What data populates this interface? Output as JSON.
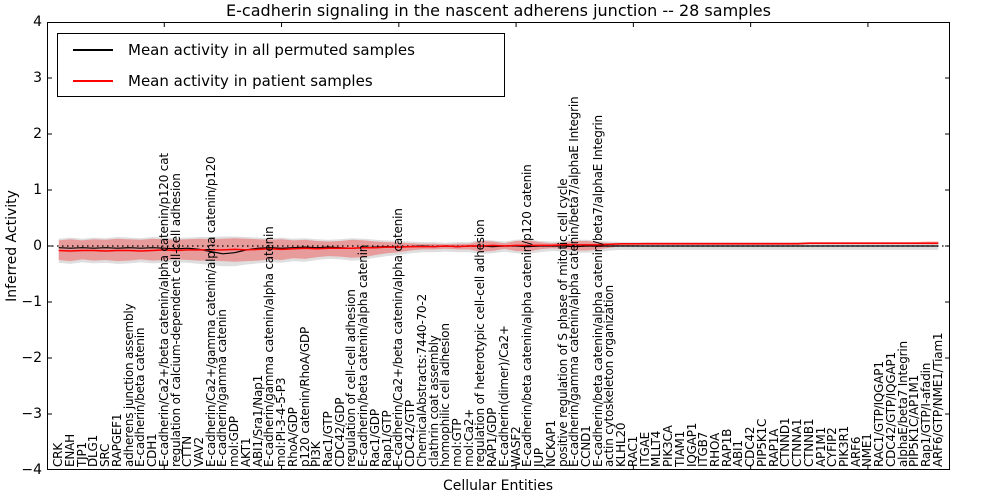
{
  "figure": {
    "title": "E-cadherin signaling in the nascent adherens junction -- 28 samples",
    "xlabel": "Cellular Entities",
    "ylabel": "Inferred Activity"
  },
  "legend": {
    "entries": [
      {
        "label": "Mean activity in all permuted samples",
        "color": "#000000"
      },
      {
        "label": "Mean activity in patient samples",
        "color": "#ff0000"
      }
    ]
  },
  "chart_data": {
    "type": "line",
    "title": "E-cadherin signaling in the nascent adherens junction -- 28 samples",
    "xlabel": "Cellular Entities",
    "ylabel": "Inferred Activity",
    "ylim": [
      -4,
      4
    ],
    "xlim": [
      0,
      77
    ],
    "grid": false,
    "legend_position": "upper left",
    "zero_reference_line": "dotted",
    "yticks": [
      {
        "v": 4,
        "label": "4"
      },
      {
        "v": 3,
        "label": "3"
      },
      {
        "v": 2,
        "label": "2"
      },
      {
        "v": 1,
        "label": "1"
      },
      {
        "v": 0,
        "label": "0"
      },
      {
        "v": -1,
        "label": "−1"
      },
      {
        "v": -2,
        "label": "−2"
      },
      {
        "v": -3,
        "label": "−3"
      },
      {
        "v": -4,
        "label": "−4"
      }
    ],
    "xtick_values": [
      10,
      20,
      30,
      40,
      50,
      60,
      70
    ],
    "colors": {
      "permuted_line": "#000000",
      "patient_line": "#ff0000",
      "permuted_band": "rgba(0,0,0,0.13)",
      "patient_band": "rgba(255,0,0,0.30)"
    },
    "categories": [
      "CRK",
      "ENAH",
      "TJP1",
      "DLG1",
      "SRC",
      "RAPGEF1",
      "adherens junction assembly",
      "E-cadherin/beta catenin",
      "CDH1",
      "E-cadherin/Ca2+/beta catenin/alpha catenin/p120 cat",
      "regulation of calcium-dependent cell-cell adhesion",
      "CTTN",
      "VAV2",
      "E-cadherin/Ca2+/gamma catenin/alpha catenin/p120",
      "E-cadherin/gamma catenin",
      "mol:GDP",
      "AKT1",
      "ABI1/Sra1/Nap1",
      "E-cadherin/gamma catenin/alpha catenin",
      "mol:PI-3-4-5-P3",
      "RhoA/GDP",
      "p120 catenin/RhoA/GDP",
      "PI3K",
      "Rac1/GTP",
      "CDC42/GDP",
      "regulation of cell-cell adhesion",
      "E-cadherin/beta catenin/alpha catenin",
      "Rac1/GDP",
      "Rap1/GTP",
      "E-cadherin/Ca2+/beta catenin/alpha catenin",
      "CDC42/GTP",
      "ChemicalAbstracts:7440-70-2",
      "clathrin coat assembly",
      "homophilic cell adhesion",
      "mol:GTP",
      "mol:Ca2+",
      "regulation of heterotypic cell-cell adhesion",
      "RAP1/GDP",
      "E-cadherin(dimer)/Ca2+",
      "WASF2",
      "E-cadherin/beta catenin/alpha catenin/p120 catenin",
      "JUP",
      "NCKAP1",
      "positive regulation of S phase of mitotic cell cycle",
      "E-cadherin/gamma catenin/alpha catenin/beta7/alphaE Integrin",
      "CCND1",
      "E-cadherin/beta catenin/alpha catenin/beta7/alphaE Integrin",
      "actin cytoskeleton organization",
      "KLHL20",
      "RAC1",
      "ITGAE",
      "MLLT4",
      "PIK3CA",
      "TIAM1",
      "IQGAP1",
      "ITGB7",
      "RHOA",
      "RAP1B",
      "ABI1",
      "CDC42",
      "PIP5K1C",
      "RAP1A",
      "CTNND1",
      "CTNNA1",
      "CTNNB1",
      "AP1M1",
      "CYFIP2",
      "PIK3R1",
      "ARF6",
      "NME1",
      "RAC1/GTP/IQGAP1",
      "CDC42/GTP/IQGAP1",
      "alphaE/beta7 Integrin",
      "PIP5K1C/AP1M1",
      "Rap1/GTP/I-afadin",
      "ARF6/GTP/NME1/Tiam1"
    ],
    "series": [
      {
        "name": "Mean activity in all permuted samples",
        "role": "permuted_mean",
        "values": [
          -0.03,
          -0.04,
          -0.03,
          -0.04,
          -0.03,
          -0.04,
          -0.03,
          -0.04,
          -0.03,
          -0.04,
          -0.05,
          -0.04,
          -0.06,
          -0.1,
          -0.14,
          -0.12,
          -0.07,
          -0.04,
          -0.03,
          -0.04,
          -0.03,
          -0.02,
          -0.03,
          -0.02,
          -0.03,
          -0.04,
          -0.03,
          -0.02,
          -0.01,
          -0.02,
          -0.01,
          0.0,
          -0.01,
          0.0,
          -0.01,
          0.0,
          0.0,
          -0.01,
          0.0,
          0.0,
          -0.01,
          0.0,
          0.0,
          0.0,
          -0.01,
          0.0,
          0.0,
          0.0,
          0.0,
          0.0,
          0.0,
          0.0,
          0.0,
          0.0,
          0.0,
          0.0,
          0.0,
          0.0,
          0.0,
          0.0,
          0.0,
          0.0,
          0.0,
          0.0,
          0.0,
          0.0,
          0.0,
          0.0,
          0.0,
          0.0,
          0.0,
          0.0,
          0.0,
          0.0,
          0.0,
          0.0
        ]
      },
      {
        "name": "Permuted samples band upper",
        "role": "permuted_upper",
        "values": [
          0.13,
          0.15,
          0.13,
          0.15,
          0.14,
          0.16,
          0.15,
          0.14,
          0.16,
          0.15,
          0.14,
          0.15,
          0.16,
          0.16,
          0.17,
          0.17,
          0.16,
          0.15,
          0.14,
          0.15,
          0.13,
          0.14,
          0.12,
          0.11,
          0.12,
          0.14,
          0.13,
          0.11,
          0.1,
          0.09,
          0.08,
          0.07,
          0.07,
          0.06,
          0.07,
          0.07,
          0.11,
          0.1,
          0.08,
          0.11,
          0.12,
          0.09,
          0.08,
          0.08,
          0.11,
          0.11,
          0.09,
          0.08,
          0.07,
          0.07,
          0.07,
          0.07,
          0.07,
          0.07,
          0.07,
          0.07,
          0.07,
          0.07,
          0.07,
          0.07,
          0.07,
          0.07,
          0.07,
          0.07,
          0.07,
          0.07,
          0.07,
          0.07,
          0.07,
          0.07,
          0.07,
          0.07,
          0.07,
          0.07,
          0.07,
          0.07
        ]
      },
      {
        "name": "Permuted samples band lower",
        "role": "permuted_lower",
        "values": [
          -0.3,
          -0.32,
          -0.29,
          -0.31,
          -0.3,
          -0.32,
          -0.31,
          -0.29,
          -0.31,
          -0.3,
          -0.29,
          -0.3,
          -0.32,
          -0.34,
          -0.36,
          -0.36,
          -0.33,
          -0.31,
          -0.29,
          -0.3,
          -0.27,
          -0.28,
          -0.25,
          -0.23,
          -0.24,
          -0.26,
          -0.25,
          -0.21,
          -0.18,
          -0.16,
          -0.13,
          -0.11,
          -0.11,
          -0.1,
          -0.11,
          -0.11,
          -0.14,
          -0.13,
          -0.1,
          -0.13,
          -0.14,
          -0.11,
          -0.09,
          -0.1,
          -0.12,
          -0.12,
          -0.11,
          -0.08,
          -0.07,
          -0.07,
          -0.07,
          -0.07,
          -0.07,
          -0.07,
          -0.07,
          -0.07,
          -0.07,
          -0.07,
          -0.07,
          -0.07,
          -0.07,
          -0.07,
          -0.07,
          -0.07,
          -0.07,
          -0.07,
          -0.07,
          -0.07,
          -0.07,
          -0.07,
          -0.07,
          -0.07,
          -0.07,
          -0.07,
          -0.07,
          -0.07
        ]
      },
      {
        "name": "Mean activity in patient samples",
        "role": "patient_mean",
        "values": [
          -0.08,
          -0.09,
          -0.08,
          -0.08,
          -0.09,
          -0.08,
          -0.08,
          -0.09,
          -0.08,
          -0.07,
          -0.08,
          -0.07,
          -0.07,
          -0.07,
          -0.07,
          -0.06,
          -0.07,
          -0.06,
          -0.05,
          -0.06,
          -0.05,
          -0.04,
          -0.05,
          -0.04,
          -0.04,
          -0.04,
          -0.03,
          -0.03,
          -0.02,
          -0.02,
          -0.01,
          -0.01,
          -0.01,
          0.0,
          -0.01,
          0.0,
          0.0,
          0.01,
          0.0,
          0.01,
          0.01,
          0.01,
          0.01,
          0.02,
          0.02,
          0.02,
          0.02,
          0.03,
          0.04,
          0.04,
          0.04,
          0.04,
          0.04,
          0.04,
          0.04,
          0.04,
          0.04,
          0.04,
          0.04,
          0.04,
          0.04,
          0.04,
          0.04,
          0.04,
          0.05,
          0.05,
          0.05,
          0.05,
          0.05,
          0.05,
          0.05,
          0.05,
          0.05,
          0.05,
          0.05,
          0.05
        ]
      },
      {
        "name": "Patient samples band upper",
        "role": "patient_upper",
        "values": [
          0.1,
          0.12,
          0.1,
          0.12,
          0.11,
          0.13,
          0.12,
          0.11,
          0.13,
          0.12,
          0.11,
          0.12,
          0.13,
          0.12,
          0.13,
          0.14,
          0.13,
          0.12,
          0.11,
          0.12,
          0.1,
          0.11,
          0.09,
          0.08,
          0.09,
          0.11,
          0.1,
          0.08,
          0.07,
          0.06,
          0.05,
          0.04,
          0.04,
          0.03,
          0.04,
          0.04,
          0.09,
          0.08,
          0.05,
          0.09,
          0.1,
          0.07,
          0.05,
          0.06,
          0.09,
          0.09,
          0.07,
          0.05,
          0.05,
          0.05,
          0.06,
          0.06,
          0.06,
          0.06,
          0.06,
          0.06,
          0.06,
          0.06,
          0.06,
          0.06,
          0.06,
          0.06,
          0.06,
          0.06,
          0.07,
          0.07,
          0.07,
          0.07,
          0.07,
          0.07,
          0.07,
          0.07,
          0.07,
          0.07,
          0.08,
          0.08
        ]
      },
      {
        "name": "Patient samples band lower",
        "role": "patient_lower",
        "values": [
          -0.25,
          -0.27,
          -0.24,
          -0.26,
          -0.25,
          -0.27,
          -0.26,
          -0.24,
          -0.26,
          -0.25,
          -0.24,
          -0.25,
          -0.26,
          -0.26,
          -0.27,
          -0.28,
          -0.27,
          -0.26,
          -0.24,
          -0.25,
          -0.22,
          -0.23,
          -0.2,
          -0.18,
          -0.19,
          -0.21,
          -0.2,
          -0.16,
          -0.13,
          -0.11,
          -0.08,
          -0.06,
          -0.06,
          -0.05,
          -0.06,
          -0.06,
          -0.1,
          -0.09,
          -0.05,
          -0.09,
          -0.1,
          -0.06,
          -0.04,
          -0.05,
          -0.08,
          -0.08,
          -0.06,
          -0.03,
          0.0,
          0.01,
          0.02,
          0.02,
          0.02,
          0.02,
          0.02,
          0.02,
          0.02,
          0.02,
          0.02,
          0.02,
          0.02,
          0.02,
          0.02,
          0.02,
          0.03,
          0.03,
          0.03,
          0.03,
          0.03,
          0.03,
          0.03,
          0.03,
          0.03,
          0.03,
          0.03,
          0.03
        ]
      }
    ]
  }
}
